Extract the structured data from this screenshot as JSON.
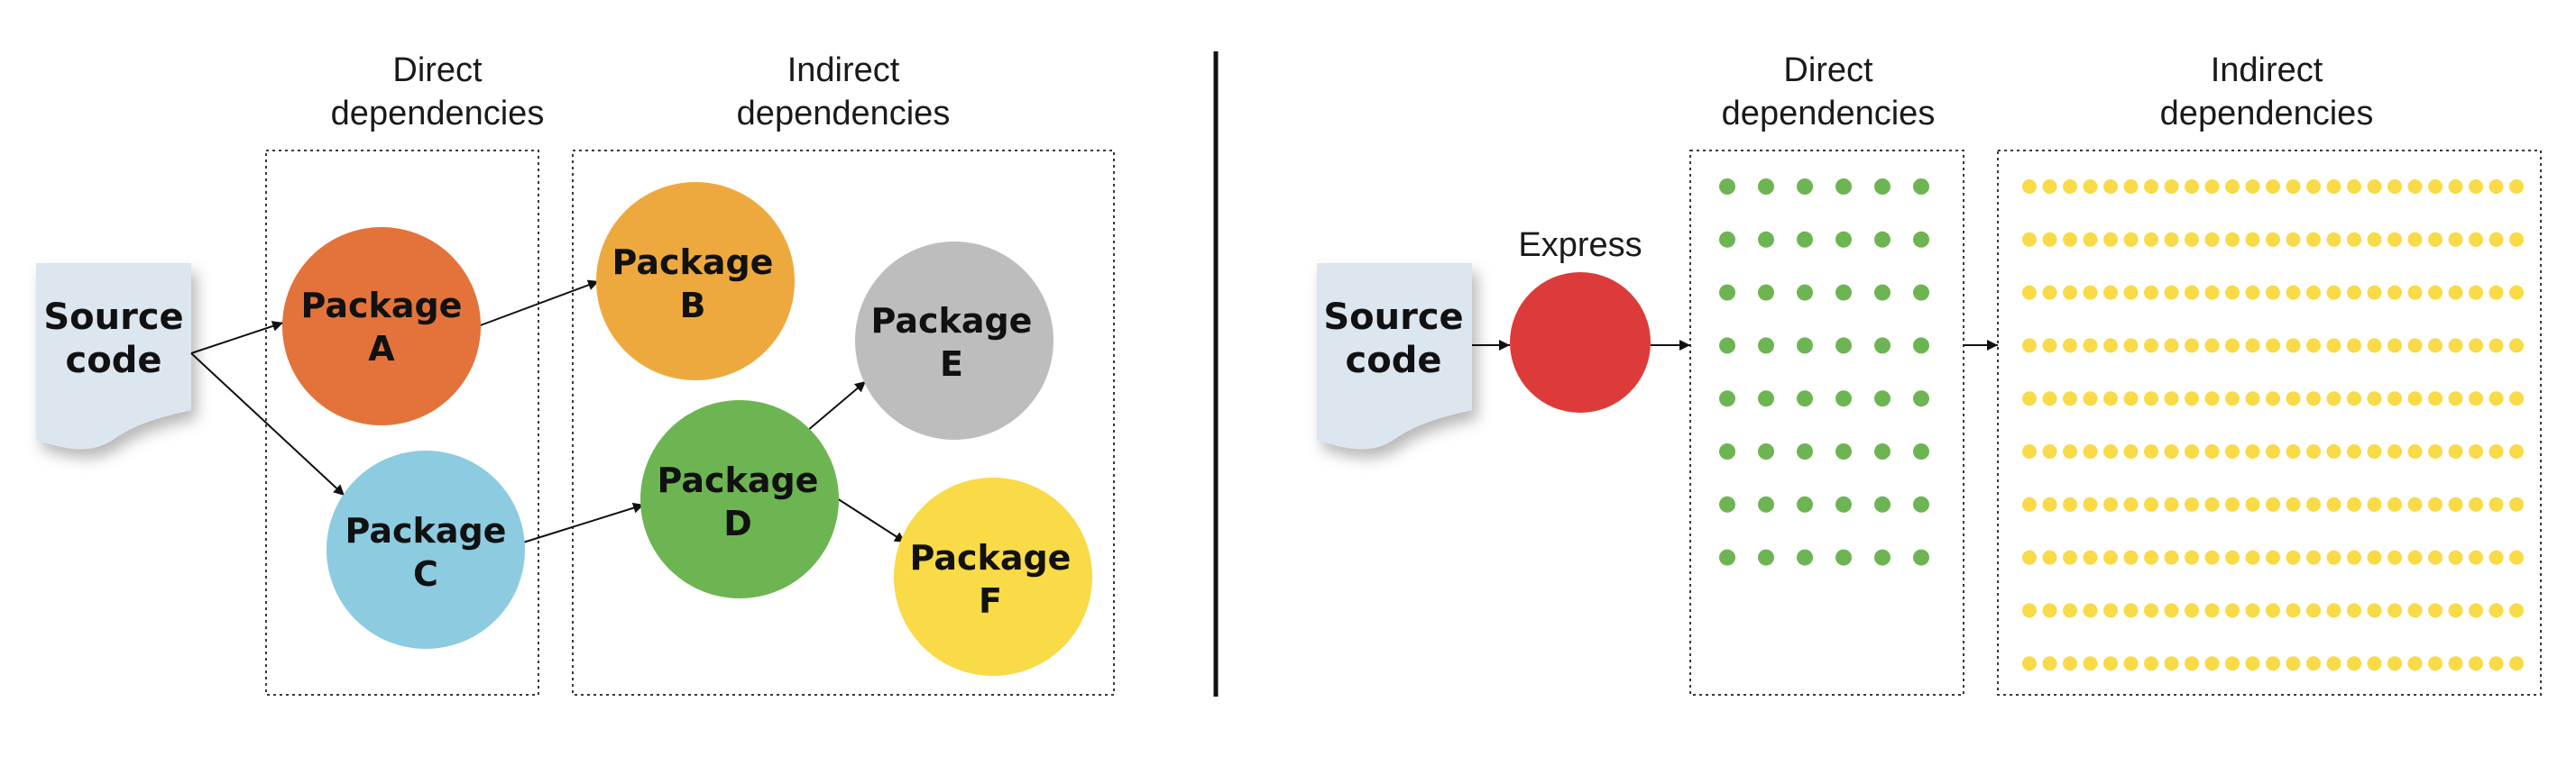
{
  "left": {
    "direct_header": [
      "Direct",
      "dependencies"
    ],
    "indirect_header": [
      "Indirect",
      "dependencies"
    ],
    "source": [
      "Source",
      "code"
    ],
    "packages": {
      "a": {
        "line1": "Package",
        "line2": "A",
        "color": "#E4733B"
      },
      "b": {
        "line1": "Package",
        "line2": "B",
        "color": "#EEA93E"
      },
      "c": {
        "line1": "Package",
        "line2": "C",
        "color": "#8DCBE0"
      },
      "d": {
        "line1": "Package",
        "line2": "D",
        "color": "#6DB552"
      },
      "e": {
        "line1": "Package",
        "line2": "E",
        "color": "#BDBDBD"
      },
      "f": {
        "line1": "Package",
        "line2": "F",
        "color": "#F9DA47"
      }
    }
  },
  "right": {
    "direct_header": [
      "Direct",
      "dependencies"
    ],
    "indirect_header": [
      "Indirect",
      "dependencies"
    ],
    "source": [
      "Source",
      "code"
    ],
    "express": {
      "label": "Express",
      "color": "#DD3B3A"
    },
    "direct_dots": {
      "rows": 8,
      "cols": 6,
      "color": "#6DB552"
    },
    "indirect_dots": {
      "rows": 10,
      "cols": 25,
      "color": "#F9DA47"
    }
  },
  "colors": {
    "source_doc": "#DCE6EE",
    "divider": "#111111"
  }
}
